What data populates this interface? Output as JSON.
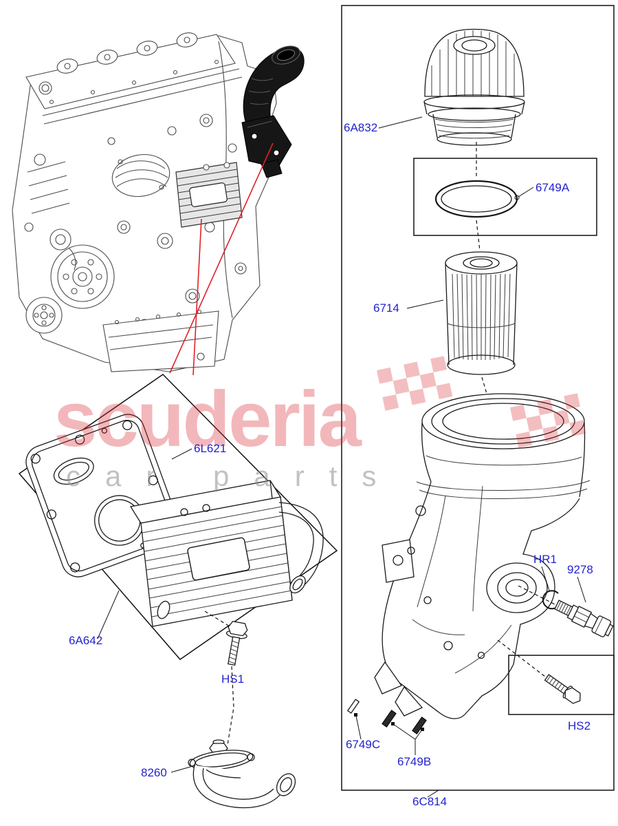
{
  "watermark": {
    "brand": "scuderia",
    "subtitle": "car parts"
  },
  "parts": {
    "filter_cap": {
      "label": "6A832"
    },
    "oring_top": {
      "label": "6749A"
    },
    "filter_element": {
      "label": "6714"
    },
    "gasket": {
      "label": "6L621"
    },
    "oil_cooler": {
      "label": "6A642"
    },
    "bolt_hs1": {
      "label": "HS1"
    },
    "water_outlet": {
      "label": "8260"
    },
    "seal_c": {
      "label": "6749C"
    },
    "seal_b": {
      "label": "6749B"
    },
    "filter_housing": {
      "label": "6C814"
    },
    "snap_ring": {
      "label": "HR1"
    },
    "pressure_sensor": {
      "label": "9278"
    },
    "bolt_hs2": {
      "label": "HS2"
    }
  },
  "colors": {
    "part_label": "#2323cf",
    "callout_red": "#e02028",
    "line": "#1a1a1a",
    "wm_red": "#d82830",
    "wm_gray": "#8f8f8f"
  }
}
